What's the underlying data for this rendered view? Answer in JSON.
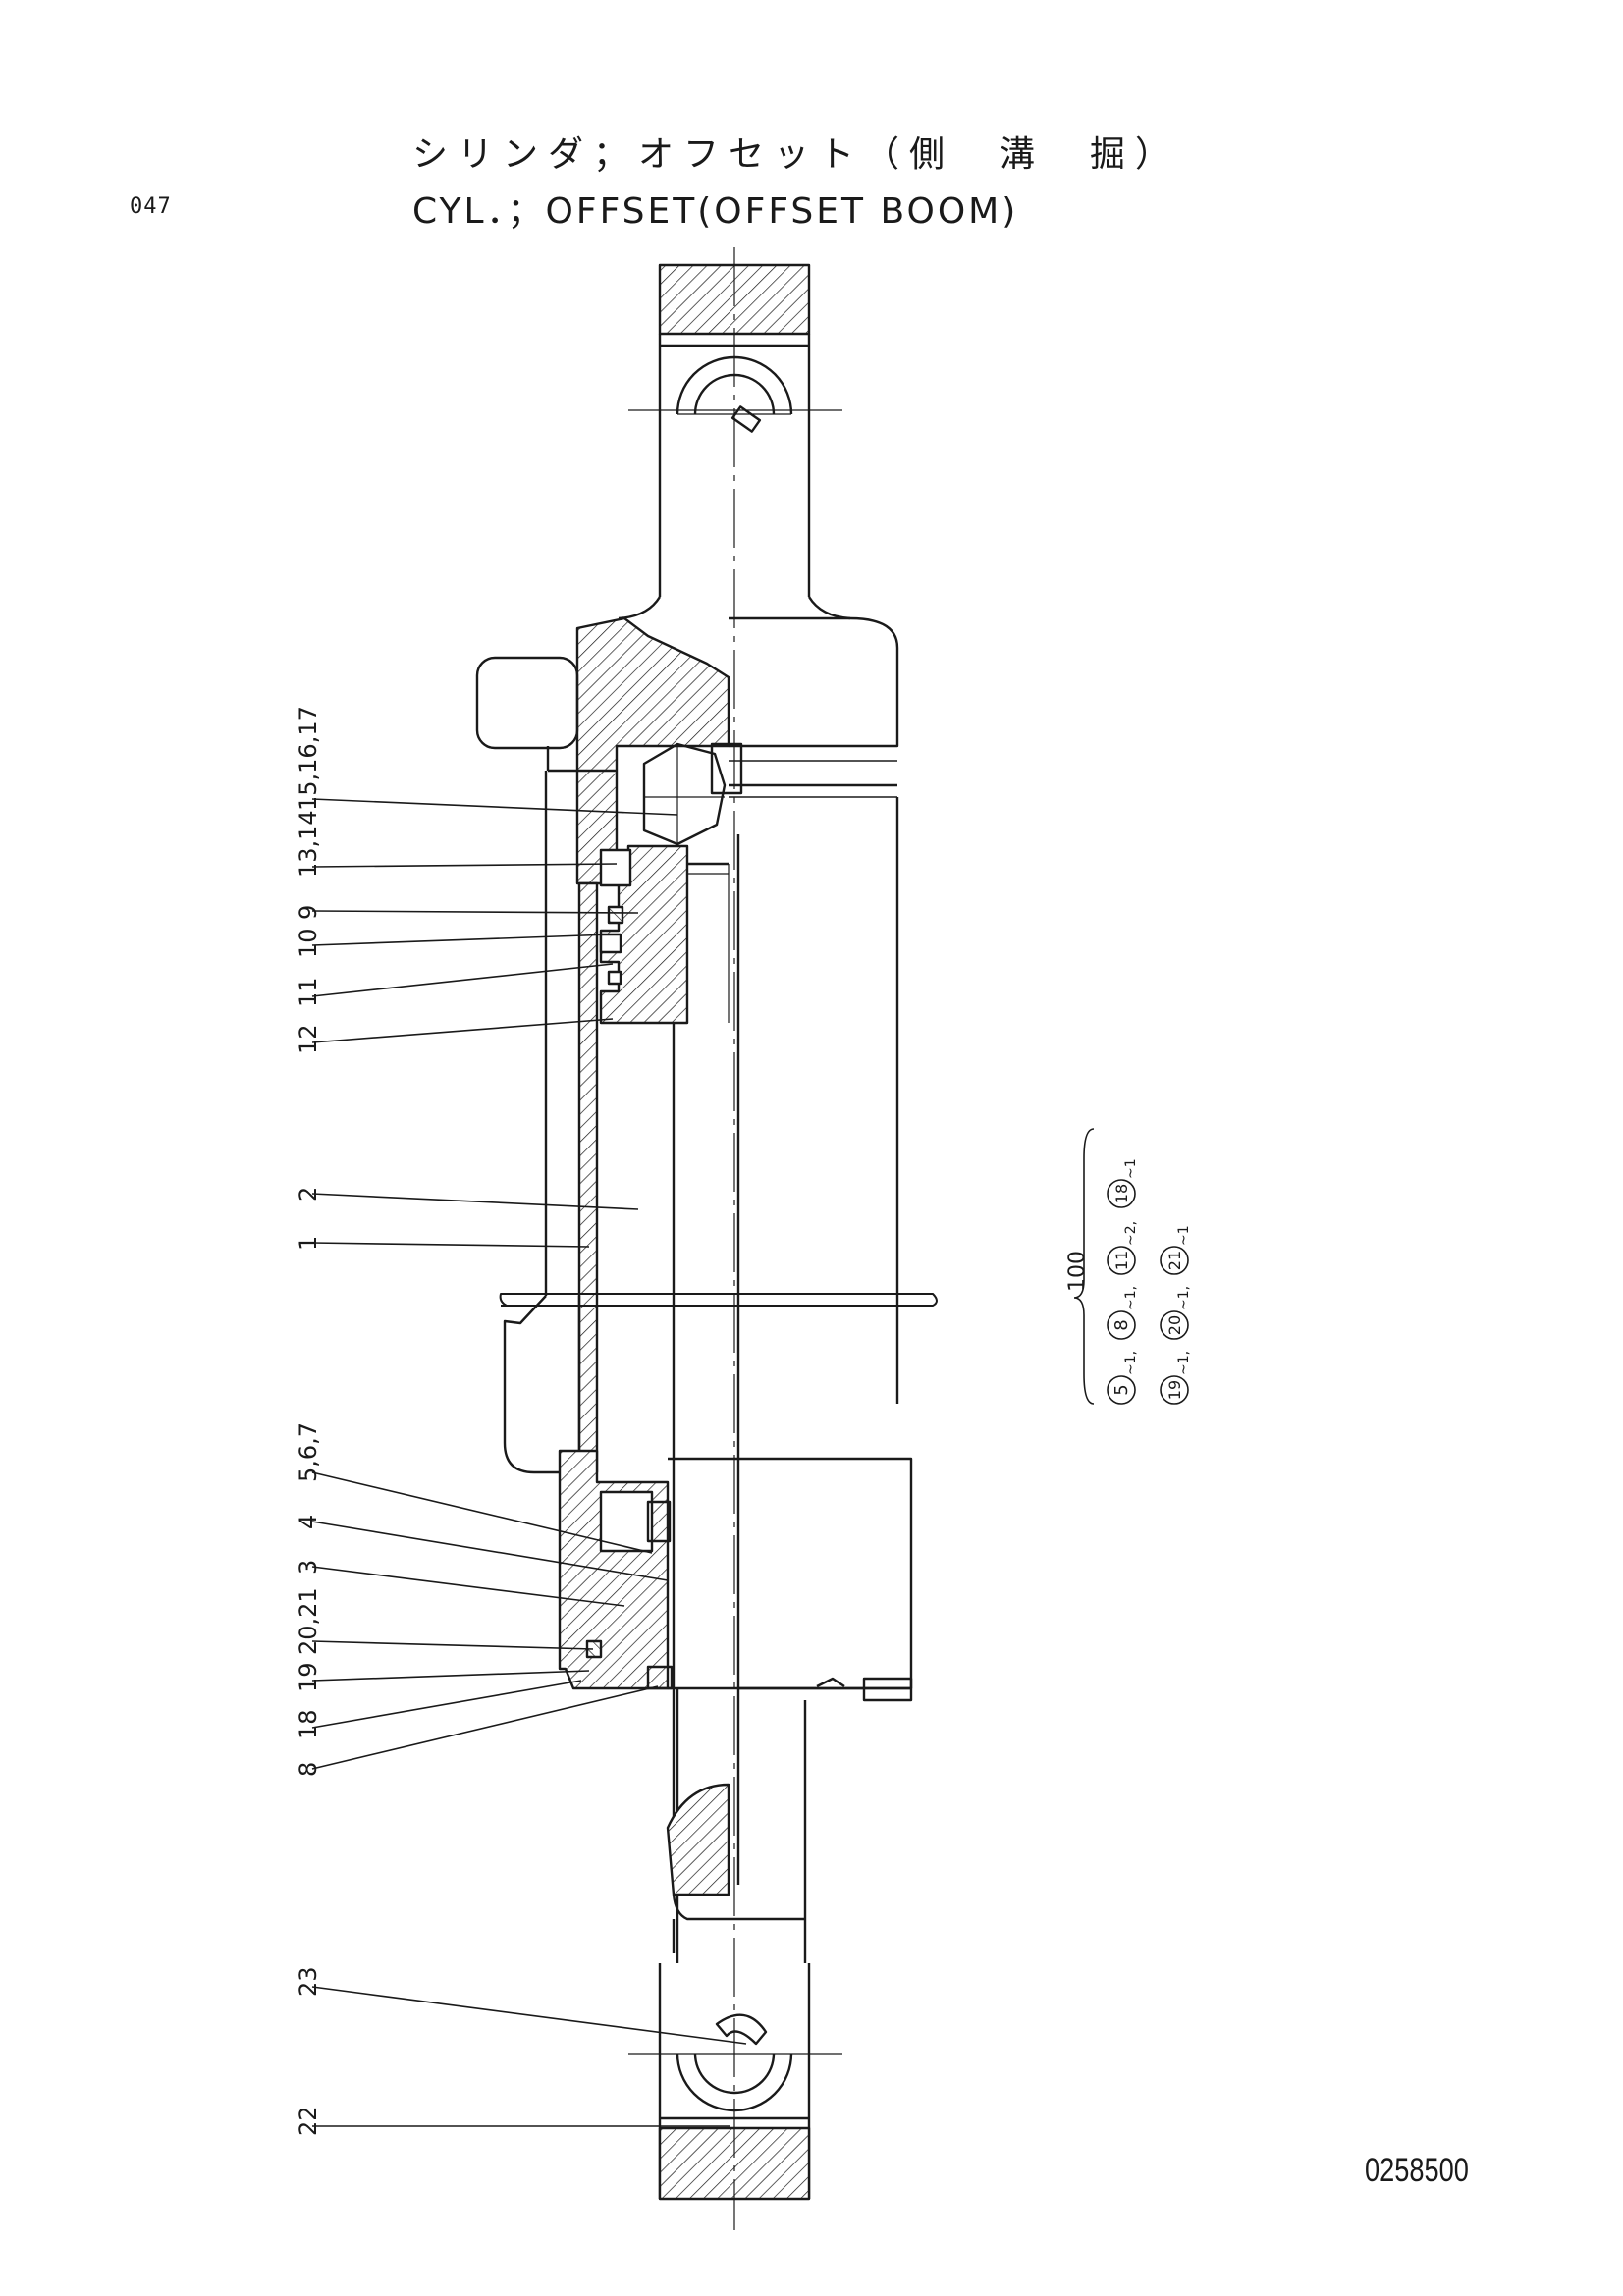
{
  "header": {
    "page_number": "047",
    "title_jp": "シリンダ；オフセット（側　溝　掘）",
    "title_en": "CYL．；OFFSET(OFFSET BOOM)"
  },
  "drawing_number": "0258500",
  "callouts": [
    {
      "label": "15,16,17"
    },
    {
      "label": "13,14"
    },
    {
      "label": "9"
    },
    {
      "label": "10"
    },
    {
      "label": "11"
    },
    {
      "label": "12"
    },
    {
      "label": "2"
    },
    {
      "label": "1"
    },
    {
      "label": "5,6,7"
    },
    {
      "label": "4"
    },
    {
      "label": "3"
    },
    {
      "label": "20,21"
    },
    {
      "label": "19"
    },
    {
      "label": "18"
    },
    {
      "label": "8"
    },
    {
      "label": "23"
    },
    {
      "label": "22"
    }
  ],
  "seal_kit": {
    "number": "100",
    "row1": [
      {
        "part": "5",
        "qty": "~1,"
      },
      {
        "part": "8",
        "qty": "~1,"
      },
      {
        "part": "11",
        "qty": "~2,"
      },
      {
        "part": "18",
        "qty": "~1"
      }
    ],
    "row2": [
      {
        "part": "19",
        "qty": "~1,"
      },
      {
        "part": "20",
        "qty": "~1,"
      },
      {
        "part": "21",
        "qty": "~1"
      }
    ]
  }
}
